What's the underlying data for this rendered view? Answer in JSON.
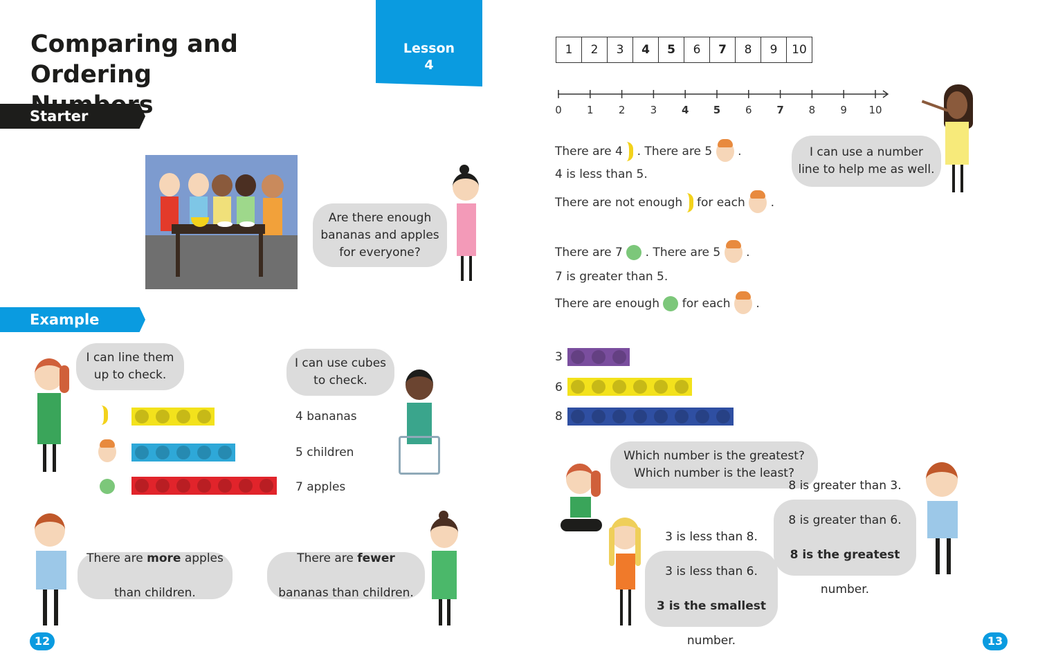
{
  "left_page": {
    "title_line1": "Comparing and Ordering",
    "title_line2": "Numbers",
    "lesson_label": "Lesson",
    "lesson_number": "4",
    "starter_label": "Starter",
    "starter_question": "Are there enough\nbananas and apples\nfor everyone?",
    "example_label": "Example",
    "bubble_line_up": "I can line them\nup to check.",
    "bubble_cubes": "I can use cubes\nto check.",
    "rows": [
      {
        "label": "4 bananas",
        "count": 4,
        "color": "#f3e21c",
        "icon": "banana-icon"
      },
      {
        "label": "5 children",
        "count": 5,
        "color": "#2ea8d8",
        "icon": "child-face-icon"
      },
      {
        "label": "7 apples",
        "count": 7,
        "color": "#e1242b",
        "icon": "apple-icon"
      }
    ],
    "bubble_more_pre": "There are ",
    "bubble_more_bold": "more",
    "bubble_more_post": " apples",
    "bubble_more_line2": "than children.",
    "bubble_fewer_pre": "There are ",
    "bubble_fewer_bold": "fewer",
    "bubble_fewer_line2": "bananas than children.",
    "page_number": "12"
  },
  "right_page": {
    "number_grid": [
      "1",
      "2",
      "3",
      "4",
      "5",
      "6",
      "7",
      "8",
      "9",
      "10"
    ],
    "number_grid_bold": [
      "4",
      "5",
      "7"
    ],
    "number_line": [
      "0",
      "1",
      "2",
      "3",
      "4",
      "5",
      "6",
      "7",
      "8",
      "9",
      "10"
    ],
    "number_line_bold": [
      "4",
      "5",
      "7"
    ],
    "bubble_number_line": "I can use a number\nline to help me as well.",
    "s1_a": "There are 4",
    "s1_b": ". There are 5",
    "s1_c": ".",
    "s2": "4 is less than 5.",
    "s3_a": "There are not enough",
    "s3_b": "for each",
    "s3_c": ".",
    "s4_a": "There are 7",
    "s4_b": ". There are 5",
    "s4_c": ".",
    "s5": "7 is greater than 5.",
    "s6_a": "There are enough",
    "s6_b": "for each",
    "s6_c": ".",
    "bars": [
      {
        "label": "3",
        "count": 3,
        "color": "#7a4e9e"
      },
      {
        "label": "6",
        "count": 6,
        "color": "#f3e21c"
      },
      {
        "label": "8",
        "count": 8,
        "color": "#2f4fa2"
      }
    ],
    "bubble_question": "Which number is the greatest?\nWhich number is the least?",
    "bubble_greatest_l1": "8 is greater than 3.",
    "bubble_greatest_l2": "8 is greater than 6.",
    "bubble_greatest_l3": "8 is the greatest",
    "bubble_greatest_l4": "number.",
    "bubble_smallest_l1": "3 is less than 8.",
    "bubble_smallest_l2": "3 is less than 6.",
    "bubble_smallest_l3": "3 is the smallest",
    "bubble_smallest_l4": "number.",
    "page_number": "13"
  },
  "colors": {
    "accent": "#0a9be0",
    "dark": "#1d1d1b",
    "bubble": "#dcdcdc"
  }
}
